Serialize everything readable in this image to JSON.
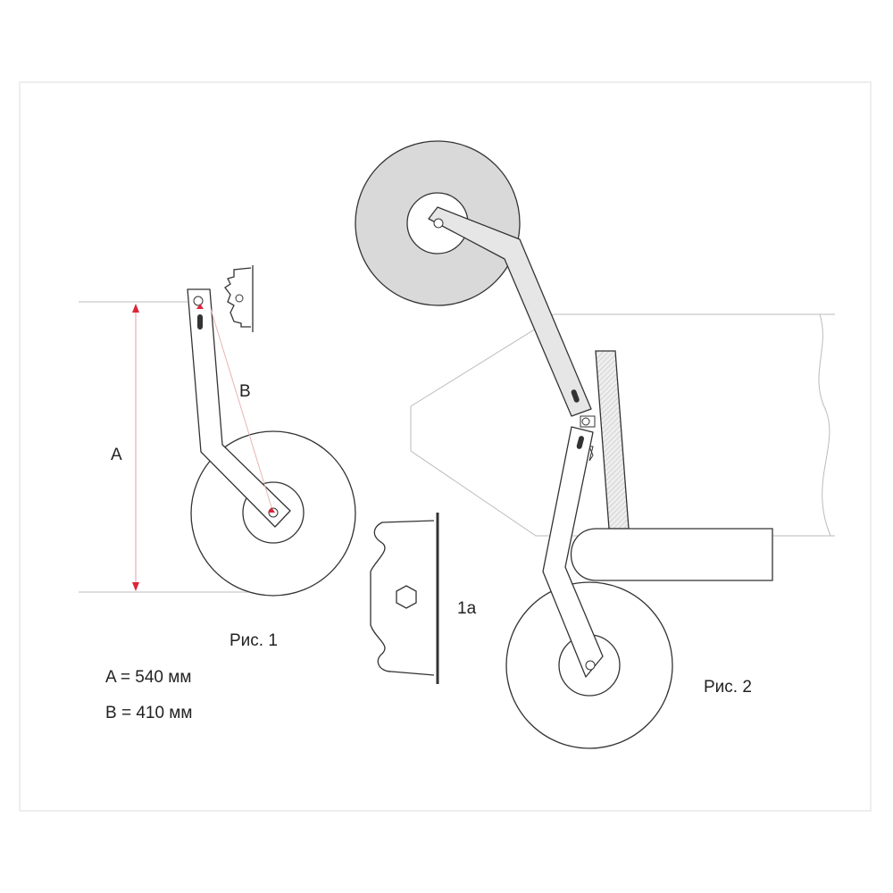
{
  "labels": {
    "dim_a": "A",
    "dim_b": "B",
    "fig1": "Рис. 1",
    "fig2": "Рис. 2",
    "detail": "1a",
    "spec_a": "A = 540 мм",
    "spec_b": "B = 410 мм"
  },
  "colors": {
    "outline": "#333333",
    "dimension": "#d9263a",
    "wheel_fill": "#d9d9d9",
    "arm_fill": "#e6e6e6",
    "guide": "#bbbbbb"
  }
}
